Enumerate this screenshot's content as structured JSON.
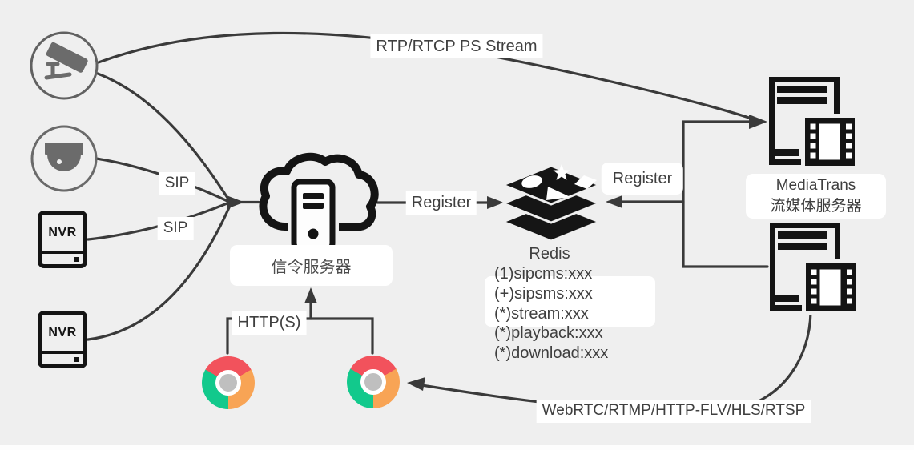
{
  "background": "#efefef",
  "palette": {
    "line": "#3a3a3a",
    "icon_black": "#141414",
    "camera_gray": "#6b6b6b",
    "label_bg": "#ffffff",
    "text": "#3f3f3f",
    "chrome_red": "#f2525c",
    "chrome_orange": "#f8a455",
    "chrome_green": "#12c98c",
    "chrome_hub": "#bfbfbf"
  },
  "nodes": {
    "camera_bullet": {
      "icon": "bullet-camera-icon"
    },
    "camera_dome": {
      "icon": "dome-camera-icon"
    },
    "nvr1": {
      "label": "NVR"
    },
    "nvr2": {
      "label": "NVR"
    },
    "signaling_server": {
      "label": "信令服务器",
      "icon": "cloud-server-icon"
    },
    "redis": {
      "title": "Redis",
      "entries": [
        "(1)sipcms:xxx",
        "(+)sipsms:xxx",
        "(*)stream:xxx",
        "(*)playback:xxx",
        "(*)download:xxx"
      ]
    },
    "media_server": {
      "line1": "MediaTrans",
      "line2": "流媒体服务器",
      "icon": "media-server-icon"
    },
    "browser1": {
      "icon": "chrome-browser-icon"
    },
    "browser2": {
      "icon": "chrome-browser-icon"
    }
  },
  "edges": {
    "rtp": "RTP/RTCP PS Stream",
    "sip1": "SIP",
    "sip2": "SIP",
    "register_left": "Register",
    "register_right": "Register",
    "http": "HTTP(S)",
    "webrtc": "WebRTC/RTMP/HTTP-FLV/HLS/RTSP"
  }
}
